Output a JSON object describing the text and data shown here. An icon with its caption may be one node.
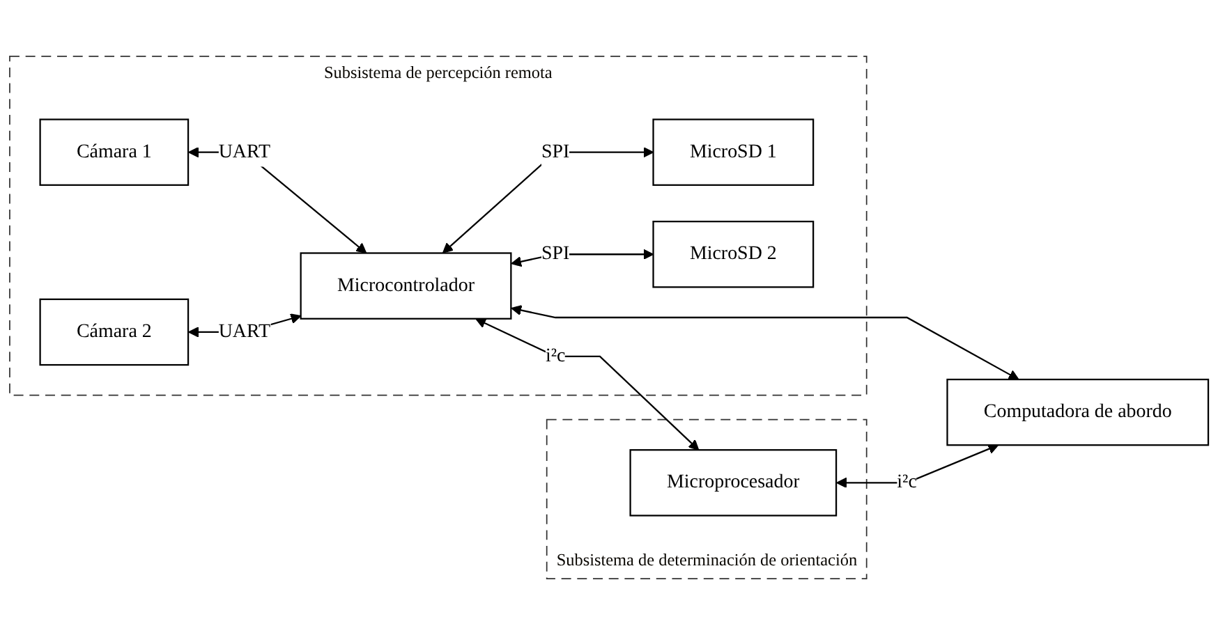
{
  "diagram": {
    "nodes": [
      {
        "text": [
          "Subsistema de percepción remota"
        ]
      },
      {
        "text": [
          "Cámara 1"
        ],
        "in": 0
      },
      {
        "text": [
          "Cámara 2"
        ],
        "in": 0
      },
      {
        "text": [
          "Microcontrolador"
        ],
        "in": 0
      },
      {
        "text": [
          "MicroSD 1"
        ],
        "in": 0
      },
      {
        "text": [
          "MicroSD 2"
        ],
        "in": 0
      },
      {
        "text": [
          "Subsistema de determinación de orientación"
        ]
      },
      {
        "text": [
          "Microprocesador"
        ],
        "in": 6
      },
      {
        "text": [
          "Computadora de abordo"
        ]
      }
    ],
    "edges": [
      {
        "from": 1,
        "to": 3,
        "arrow": "both",
        "label": "UART"
      },
      {
        "from": 2,
        "to": 3,
        "arrow": "both",
        "label": "UART"
      },
      {
        "from": 3,
        "to": 4,
        "arrow": "both",
        "label": "SPI"
      },
      {
        "from": 3,
        "to": 5,
        "arrow": "both",
        "label": "SPI"
      },
      {
        "from": 3,
        "to": 7,
        "arrow": "both",
        "label": "i²c"
      },
      {
        "from": 3,
        "to": 8,
        "arrow": "both"
      },
      {
        "from": 7,
        "to": 8,
        "arrow": "both",
        "label": "i²c"
      }
    ]
  }
}
